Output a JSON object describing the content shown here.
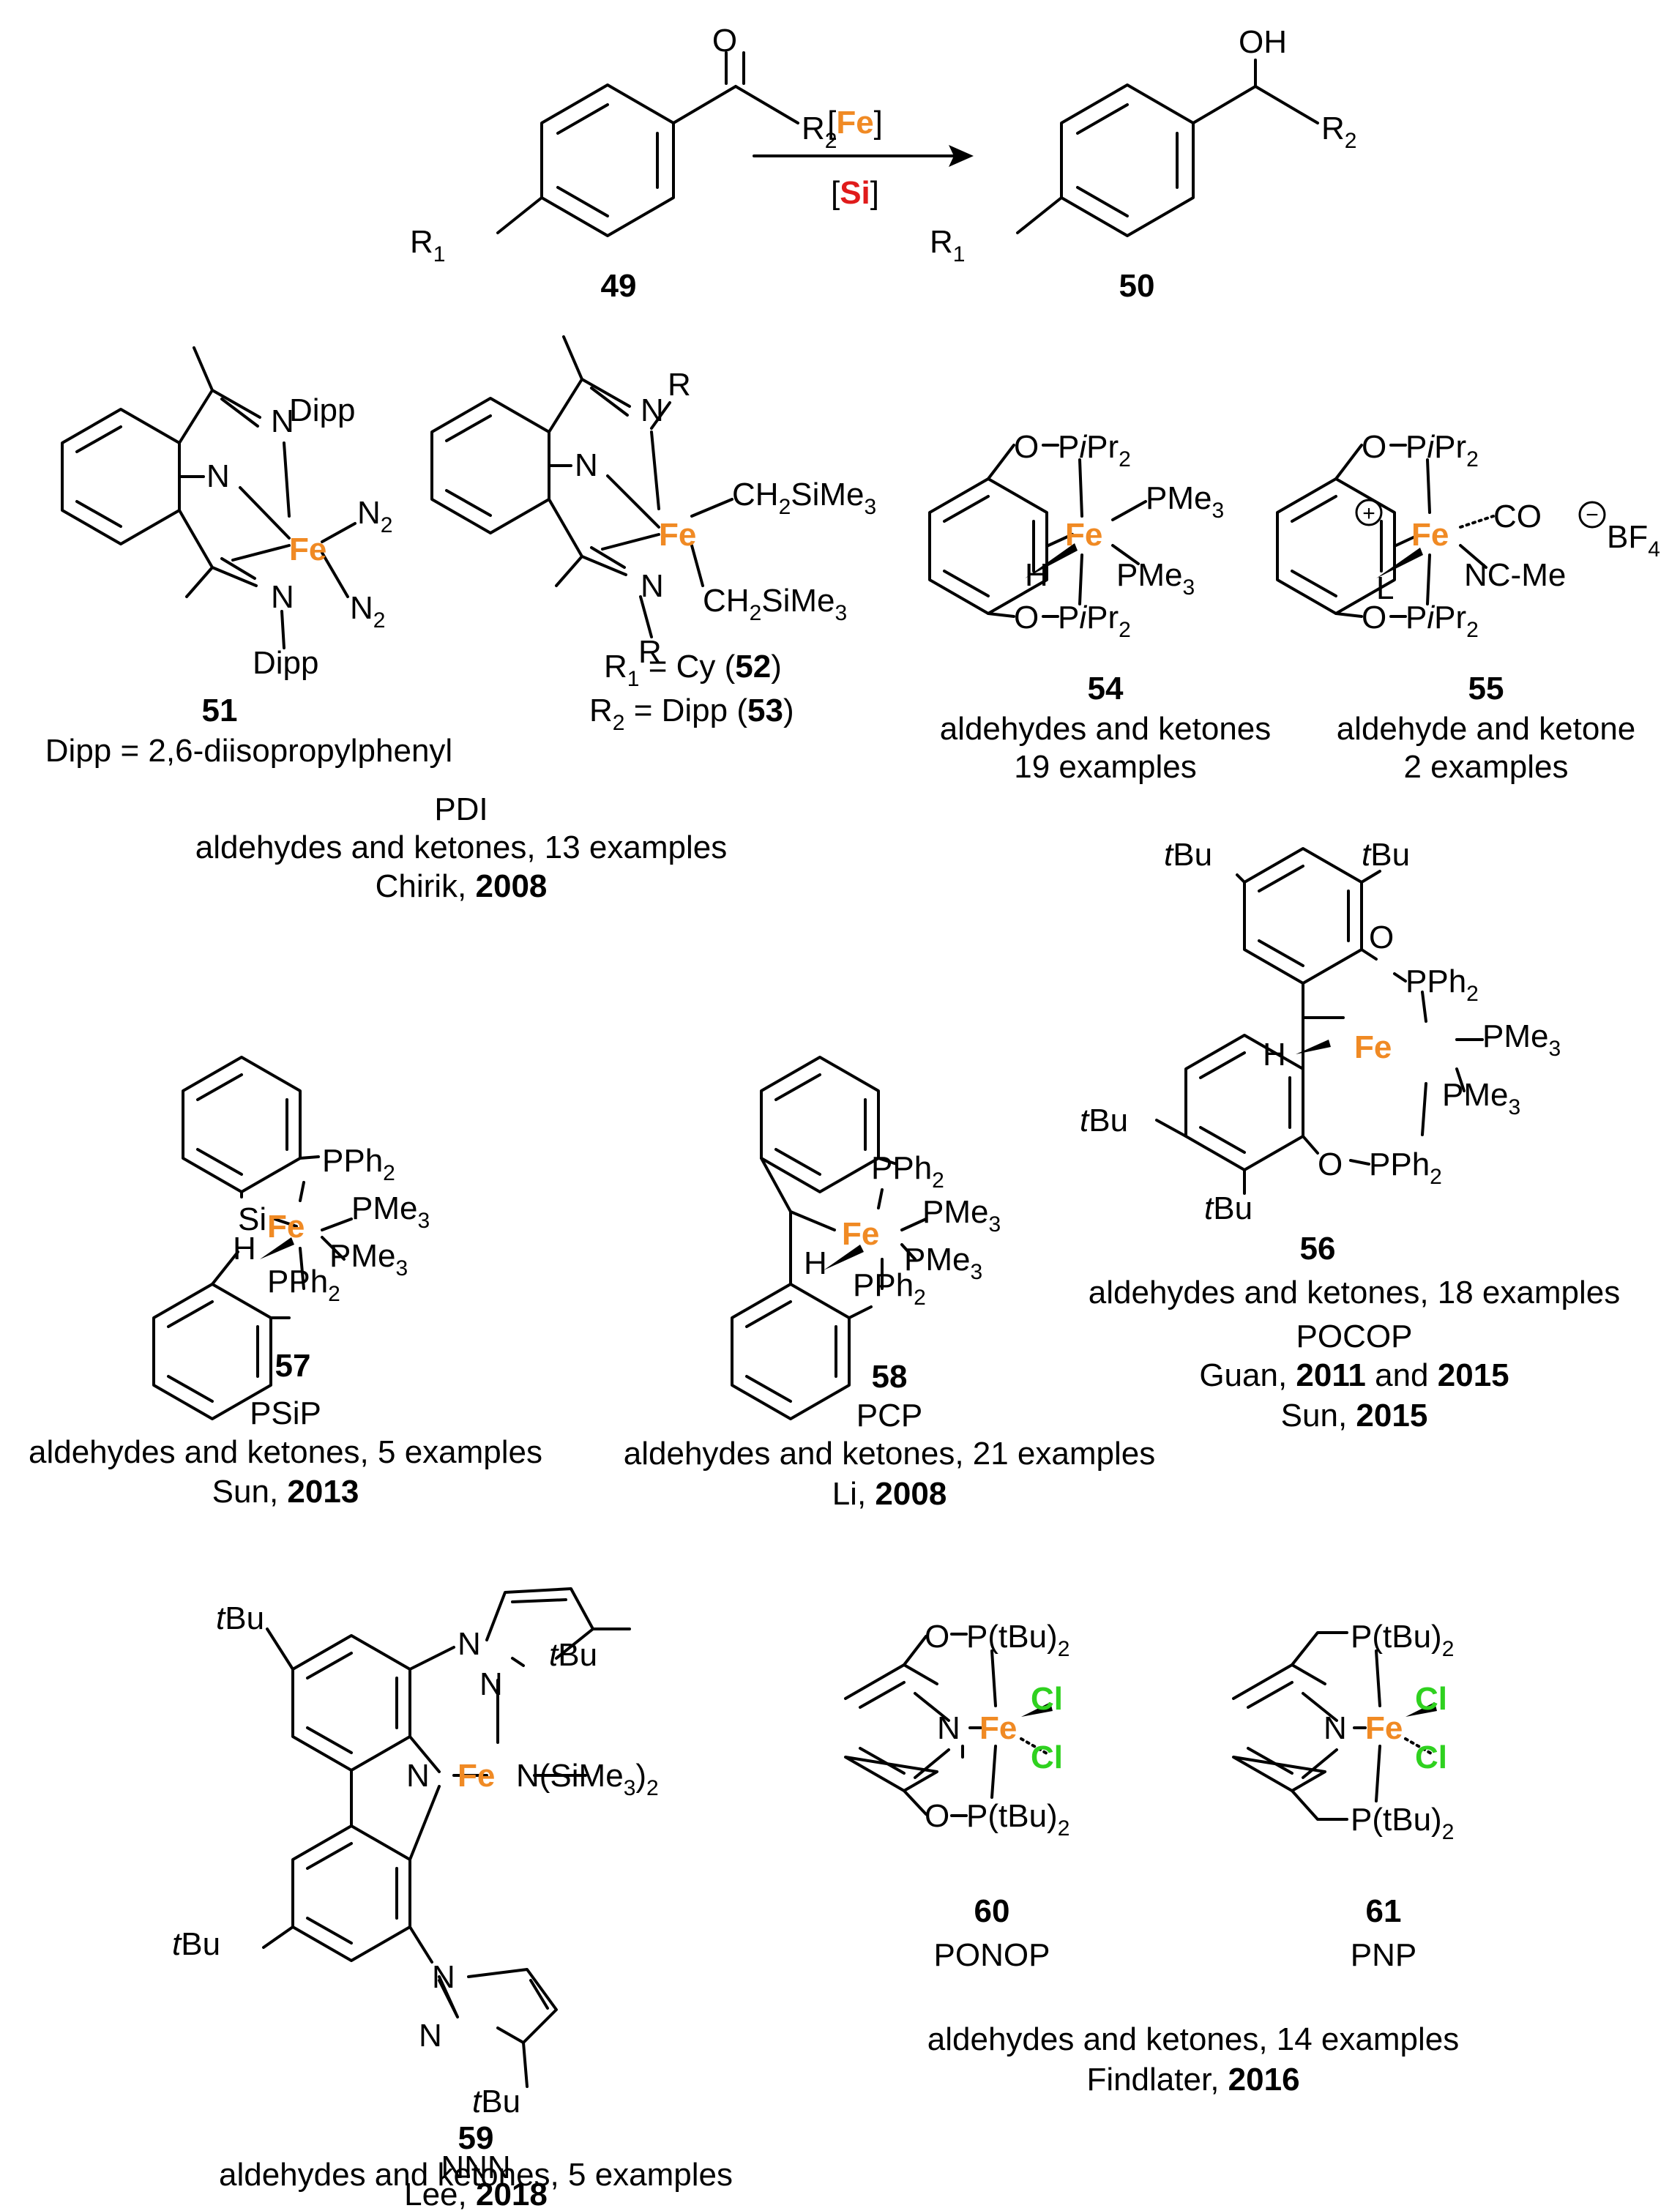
{
  "colors": {
    "fe": "#f08a24",
    "si": "#e01b1b",
    "cl": "#2fd11f",
    "ink": "#000000"
  },
  "reaction": {
    "reactant": {
      "carbonyl_o": "O",
      "r2": "R",
      "r2_sub": "2",
      "r1": "R",
      "r1_sub": "1",
      "number": "49"
    },
    "reagent_top": {
      "open": "[",
      "text": "Fe",
      "close": "]"
    },
    "reagent_bottom": {
      "open": "[",
      "text": "Si",
      "close": "]"
    },
    "product": {
      "oh": "OH",
      "r2": "R",
      "r2_sub": "2",
      "r1": "R",
      "r1_sub": "1",
      "number": "50"
    }
  },
  "c51": {
    "dipp_top": "Dipp",
    "dipp_bot": "Dipp",
    "n_top": "N",
    "n_py": "N",
    "n_bot": "N",
    "fe": "Fe",
    "n2a": "N",
    "n2a_sub": "2",
    "n2b": "N",
    "n2b_sub": "2",
    "number": "51",
    "note": "Dipp = 2,6-diisopropylphenyl"
  },
  "c52": {
    "r_top": "R",
    "r_bot": "R",
    "n_top": "N",
    "n_py": "N",
    "n_bot": "N",
    "fe": "Fe",
    "lig1": "CH",
    "lig1_sub": "2",
    "lig1_rest": "SiMe",
    "lig1_sub2": "3",
    "lig2": "CH",
    "lig2_sub": "2",
    "lig2_rest": "SiMe",
    "lig2_sub2": "3",
    "def1": "R",
    "def1_sub": "1",
    "def1_eq": " = Cy (",
    "def1_num": "52",
    "def1_close": ")",
    "def2": "R",
    "def2_sub": "2",
    "def2_eq": " = Dipp (",
    "def2_num": "53",
    "def2_close": ")"
  },
  "group1": {
    "ligand": "PDI",
    "scope": "aldehydes and ketones, 13 examples",
    "author": "Chirik, ",
    "year": "2008"
  },
  "c54": {
    "o_top": "O",
    "p_top": "P",
    "ipr_top_i": "i",
    "ipr_top": "Pr",
    "ipr_top_sub": "2",
    "fe": "Fe",
    "h": "H",
    "pme3a": "PMe",
    "pme3a_sub": "3",
    "pme3b": "PMe",
    "pme3b_sub": "3",
    "o_bot": "O",
    "p_bot": "P",
    "ipr_bot_i": "i",
    "ipr_bot": "Pr",
    "ipr_bot_sub": "2",
    "number": "54",
    "scope": "aldehydes and ketones",
    "count": "19 examples"
  },
  "c55": {
    "o_top": "O",
    "p_top": "P",
    "ipr_top_i": "i",
    "ipr_top": "Pr",
    "ipr_top_sub": "2",
    "plus": "+",
    "fe": "Fe",
    "co": "CO",
    "l": "L",
    "ncme": "NC-Me",
    "o_bot": "O",
    "p_bot": "P",
    "ipr_bot_i": "i",
    "ipr_bot": "Pr",
    "ipr_bot_sub": "2",
    "minus": "−",
    "bf4": "BF",
    "bf4_sub": "4",
    "number": "55",
    "scope": "aldehyde and ketone",
    "count": "2 examples"
  },
  "c56": {
    "tbu1": "Bu",
    "tbu1_t": "t",
    "tbu2": "Bu",
    "tbu2_t": "t",
    "tbu3": "Bu",
    "tbu3_t": "t",
    "tbu4": "Bu",
    "tbu4_t": "t",
    "o_top": "O",
    "pph2_top": "PPh",
    "pph2_top_sub": "2",
    "fe": "Fe",
    "h": "H",
    "pme3a": "PMe",
    "pme3a_sub": "3",
    "pme3b": "PMe",
    "pme3b_sub": "3",
    "o_bot": "O",
    "pph2_bot": "PPh",
    "pph2_bot_sub": "2",
    "number": "56",
    "scope": "aldehydes and ketones, 18 examples",
    "ligand": "POCOP",
    "author1": "Guan, ",
    "year1": "2011",
    "and": " and ",
    "year2": "2015",
    "author2": "Sun, ",
    "year3": "2015"
  },
  "c57": {
    "si": "Si",
    "fe": "Fe",
    "h": "H",
    "pph2_top": "PPh",
    "pph2_top_sub": "2",
    "pme3a": "PMe",
    "pme3a_sub": "3",
    "pme3b": "PMe",
    "pme3b_sub": "3",
    "pph2_bot": "PPh",
    "pph2_bot_sub": "2",
    "number": "57",
    "ligand": "PSiP",
    "scope": "aldehydes and ketones, 5 examples",
    "author": "Sun, ",
    "year": "2013"
  },
  "c58": {
    "fe": "Fe",
    "h": "H",
    "pph2_top": "PPh",
    "pph2_top_sub": "2",
    "pme3a": "PMe",
    "pme3a_sub": "3",
    "pme3b": "PMe",
    "pme3b_sub": "3",
    "pph2_bot": "PPh",
    "pph2_bot_sub": "2",
    "number": "58",
    "ligand": "PCP",
    "scope": "aldehydes and ketones, 21 examples",
    "author": "Li, ",
    "year": "2008"
  },
  "c59": {
    "tbu1": "Bu",
    "tbu1_t": "t",
    "tbu2": "Bu",
    "tbu2_t": "t",
    "tbu3": "Bu",
    "tbu3_t": "t",
    "tbu4": "Bu",
    "tbu4_t": "t",
    "n1": "N",
    "n2": "N",
    "n_carb": "N",
    "fe": "Fe",
    "amide": "N(SiMe",
    "amide_sub": "3",
    "amide_close": ")",
    "amide_sub2": "2",
    "n3": "N",
    "n4": "N",
    "number": "59",
    "ligand": "NNN",
    "scope": "aldehydes and ketones, 5 examples",
    "author": "Lee, ",
    "year": "2018"
  },
  "c60": {
    "o_top": "O",
    "p_top": "P(tBu)",
    "p_top_sub": "2",
    "n": "N",
    "fe": "Fe",
    "cl1": "Cl",
    "cl2": "Cl",
    "o_bot": "O",
    "p_bot": "P(tBu)",
    "p_bot_sub": "2",
    "number": "60",
    "ligand": "PONOP"
  },
  "c61": {
    "p_top": "P(tBu)",
    "p_top_sub": "2",
    "n": "N",
    "fe": "Fe",
    "cl1": "Cl",
    "cl2": "Cl",
    "p_bot": "P(tBu)",
    "p_bot_sub": "2",
    "number": "61",
    "ligand": "PNP"
  },
  "group6061": {
    "scope": "aldehydes and ketones, 14 examples",
    "author": "Findlater, ",
    "year": "2016"
  }
}
